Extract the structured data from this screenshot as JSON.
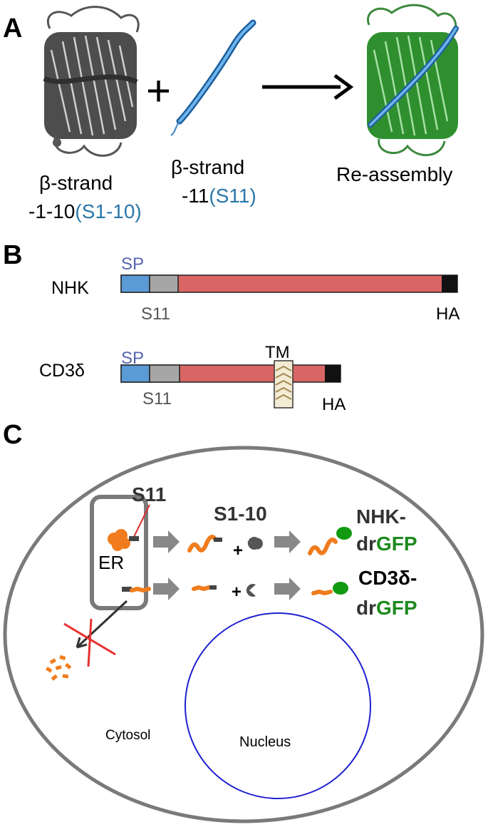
{
  "panels": {
    "a": {
      "letter": "A"
    },
    "b": {
      "letter": "B"
    },
    "c": {
      "letter": "C"
    }
  },
  "panel_a": {
    "plus": "+",
    "s110_line1": "β-strand",
    "s110_line2_prefix": "-1-10",
    "s110_line2_abbrev": "(S1-10)",
    "s11_line1": "β-strand",
    "s11_line2_prefix": "-11",
    "s11_line2_abbrev": "(S11)",
    "reassembly": "Re-assembly"
  },
  "panel_b": {
    "nhk": {
      "name": "NHK",
      "sp": "SP",
      "s11": "S11",
      "ha": "HA"
    },
    "cd3": {
      "name": "CD3δ",
      "sp": "SP",
      "s11": "S11",
      "tm": "TM",
      "ha": "HA"
    }
  },
  "panel_c": {
    "s11": "S11",
    "s110": "S1-10",
    "plus1": "+",
    "plus2": "+",
    "er": "ER",
    "nhk_line1": "NHK-",
    "nhk_dr": "dr",
    "nhk_gfp": "GFP",
    "cd3_line1": "CD3δ-",
    "cd3_dr": "dr",
    "cd3_gfp": "GFP",
    "cytosol": "Cytosol",
    "nucleus": "Nucleus"
  },
  "colors": {
    "blue_label": "#2a77a8",
    "sp_label": "#5566b0",
    "sp_box": "#5b9bd5",
    "s11_box": "#a6a6a6",
    "protein_body": "#d96565",
    "ha_tag": "#111111",
    "orange": "#f07c1d",
    "gfp_green": "#1e8a1e",
    "gfp_dot": "#119911",
    "nucleus_line": "#1f1fcf",
    "cell_line": "#7a7a7a",
    "arrow_gray": "#888888"
  }
}
